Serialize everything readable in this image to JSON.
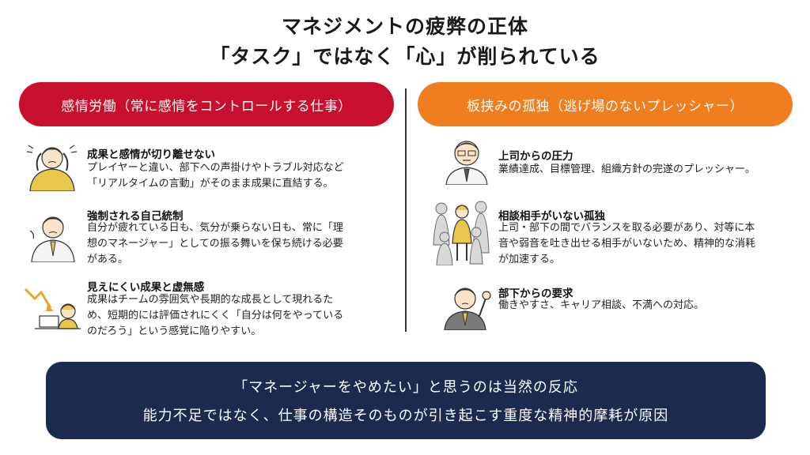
{
  "header": {
    "title_line1": "マネジメントの疲弊の正体",
    "title_line2": "「タスク」ではなく「心」が削られている"
  },
  "left": {
    "heading": "感情労働（常に感情をコントロールする仕事）",
    "items": [
      {
        "icon": "stressed-person-icon",
        "title": "成果と感情が切り離せない",
        "lines": [
          "プレイヤーと違い、部下への声掛けやトラブル対応など",
          "「リアルタイムの言動」がそのまま成果に直結する。"
        ]
      },
      {
        "icon": "exhausted-person-icon",
        "title": "強制される自己統制",
        "lines": [
          "自分が疲れている日も、気分が乗らない日も、常に「理",
          "想のマネージャー」としての振る舞いを保ち続ける必要",
          "がある。"
        ]
      },
      {
        "icon": "declining-chart-person-icon",
        "title": "見えにくい成果と虚無感",
        "lines": [
          "成果はチームの雰囲気や長期的な成長として現れるた",
          "め、短期的には評価されにくく「自分は何をやっている",
          "のだろう」という感覚に陥りやすい。"
        ]
      }
    ]
  },
  "right": {
    "heading": "板挟みの孤独（逃げ場のないプレッシャー）",
    "items": [
      {
        "icon": "boss-face-icon",
        "title": "上司からの圧力",
        "lines": [
          "業績達成、目標管理、組織方針の完遂のプレッシャー。"
        ]
      },
      {
        "icon": "isolated-person-icon",
        "title": "相談相手がいない孤独",
        "lines": [
          "上司・部下の間でバランスを取る必要があり、対等に本",
          "音や弱音を吐き出せる相手がいないため、精神的な消耗",
          "が加速する。"
        ]
      },
      {
        "icon": "subordinate-request-icon",
        "title": "部下からの要求",
        "lines": [
          "働きやすさ、キャリア相談、不満への対応。"
        ]
      }
    ]
  },
  "banner": {
    "line1": "「マネージャーをやめたい」と思うのは当然の反応",
    "line2": "能力不足ではなく、仕事の構造そのものが引き起こす重度な精神的摩耗が原因"
  },
  "colors": {
    "left_accent": "#c8102e",
    "right_accent": "#f07d1e",
    "banner_bg": "#1b2a4e"
  }
}
